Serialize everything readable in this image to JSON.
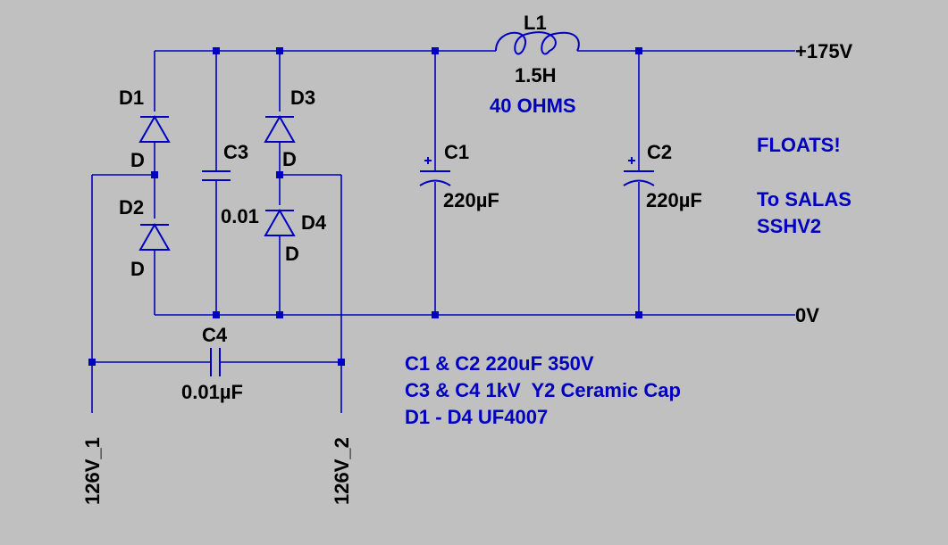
{
  "colors": {
    "background": "#c0c0c0",
    "wire": "#0000c0",
    "label": "#000000",
    "note": "#0000c0"
  },
  "components": {
    "D1": {
      "name": "D1",
      "value": "D"
    },
    "D2": {
      "name": "D2",
      "value": "D"
    },
    "D3": {
      "name": "D3",
      "value": "D"
    },
    "D4": {
      "name": "D4",
      "value": "D"
    },
    "C1": {
      "name": "C1",
      "value": "220µF"
    },
    "C2": {
      "name": "C2",
      "value": "220µF"
    },
    "C3": {
      "name": "C3",
      "value": "0.01"
    },
    "C4": {
      "name": "C4",
      "value": "0.01µF"
    },
    "L1": {
      "name": "L1",
      "value": "1.5H",
      "resistance": "40 OHMS"
    }
  },
  "nets": {
    "out_positive": "+175V",
    "ground": "0V",
    "input1": "126V_1",
    "input2": "126V_2"
  },
  "notes": {
    "floats": "FLOATS!",
    "to_line1": "To SALAS",
    "to_line2": "SSHV2",
    "spec1": "C1 & C2 220uF 350V",
    "spec2": "C3 & C4 1kV  Y2 Ceramic Cap",
    "spec3": "D1 - D4 UF4007"
  }
}
